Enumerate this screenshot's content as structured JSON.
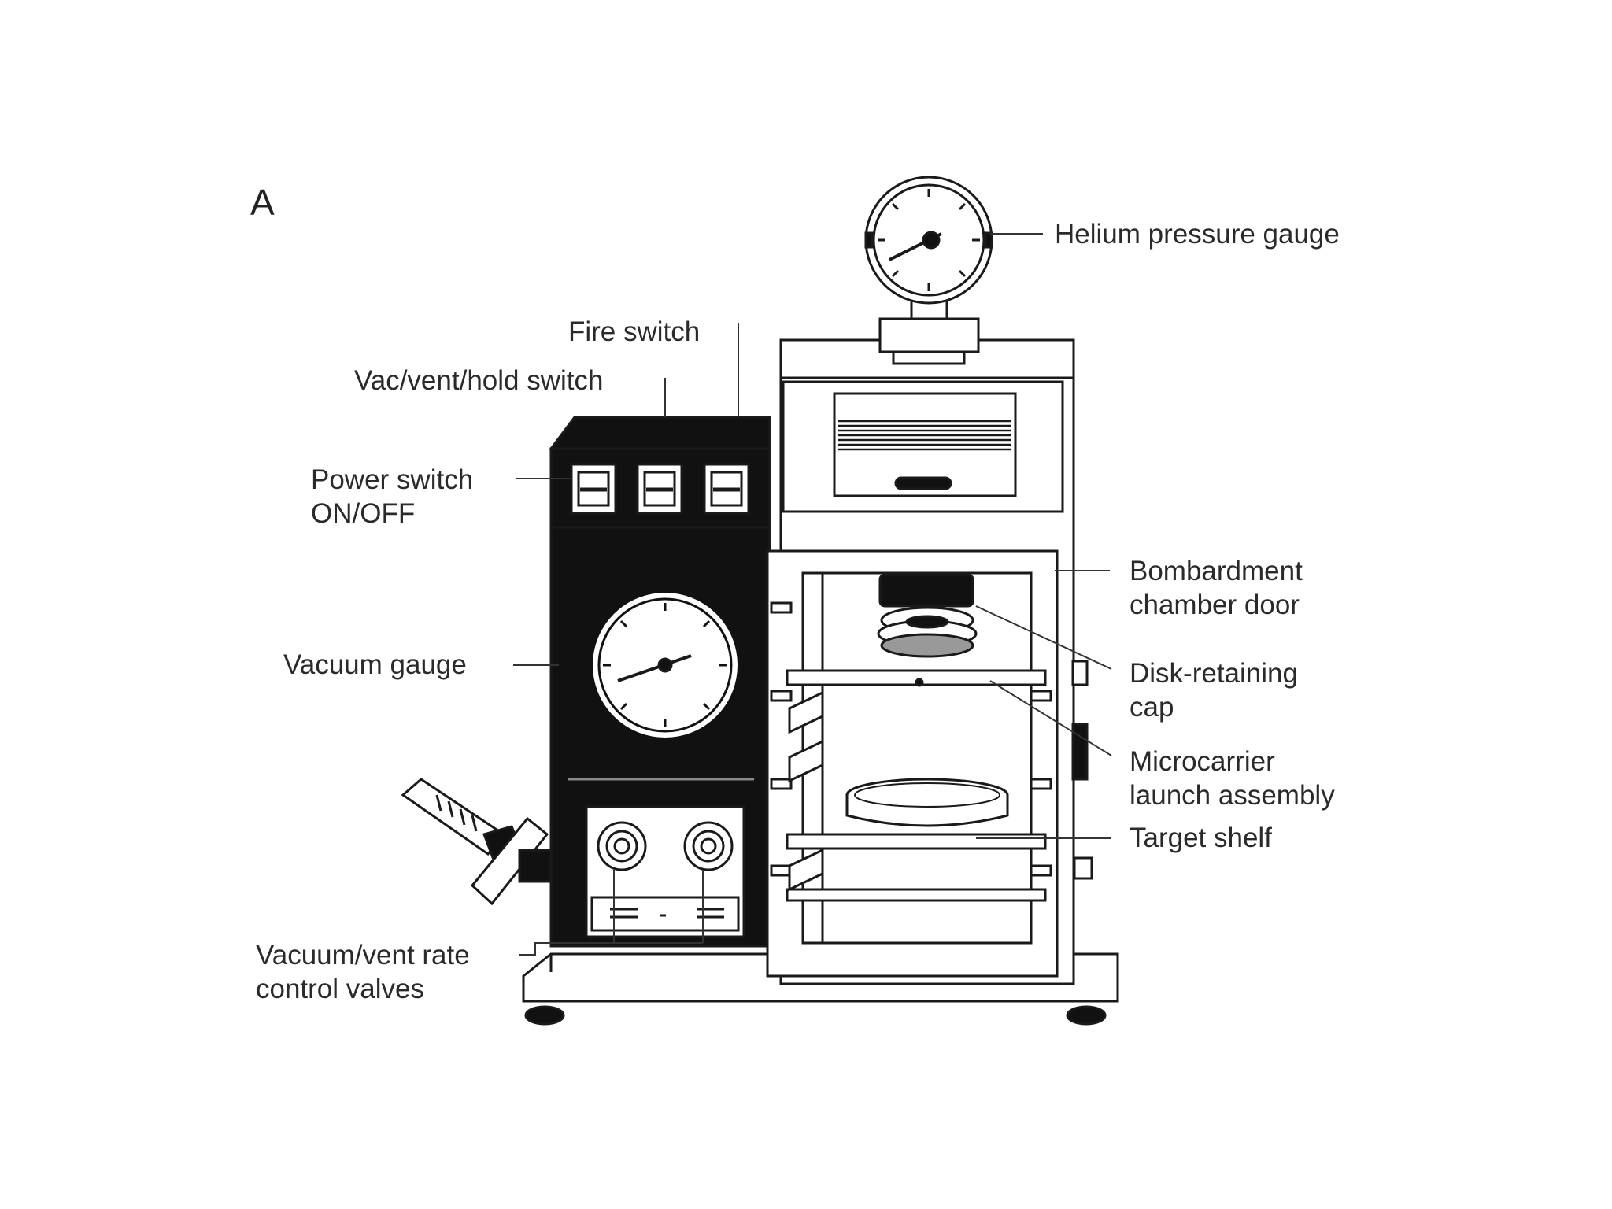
{
  "panel": "A",
  "labels": {
    "helium_pressure_gauge": "Helium pressure gauge",
    "fire_switch": "Fire switch",
    "vac_vent_hold_switch": "Vac/vent/hold switch",
    "power_switch_l1": "Power switch",
    "power_switch_l2": "ON/OFF",
    "vacuum_gauge": "Vacuum gauge",
    "vacuum_vent_valves_l1": "Vacuum/vent rate",
    "vacuum_vent_valves_l2": "control valves",
    "bombardment_door_l1": "Bombardment",
    "bombardment_door_l2": "chamber door",
    "disk_cap_l1": "Disk-retaining",
    "disk_cap_l2": "cap",
    "microcarrier_l1": "Microcarrier",
    "microcarrier_l2": "launch assembly",
    "target_shelf": "Target shelf"
  }
}
